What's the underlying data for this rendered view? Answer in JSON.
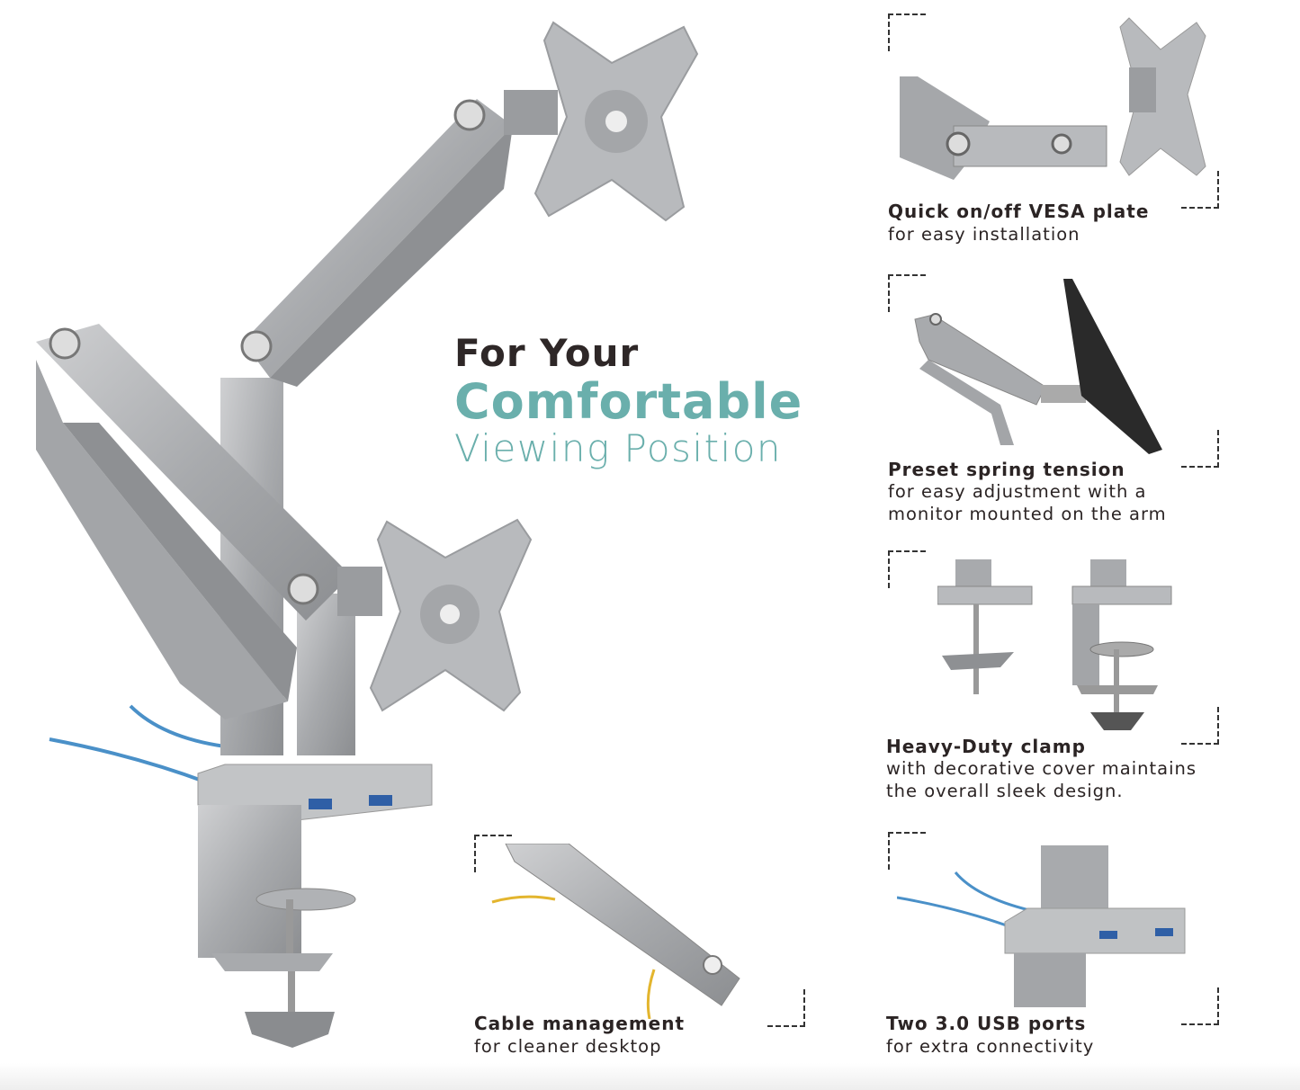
{
  "headline": {
    "line1": "For Your",
    "line2": "Comfortable",
    "line3": "Viewing Position"
  },
  "features": [
    {
      "title": "Quick on/off VESA plate",
      "lines": [
        "for easy installation"
      ]
    },
    {
      "title": "Preset spring tension",
      "lines": [
        "for easy adjustment with a",
        "monitor mounted on the arm"
      ]
    },
    {
      "title": "Heavy-Duty clamp",
      "lines": [
        "with decorative cover maintains",
        "the overall sleek design."
      ]
    },
    {
      "title": "Two 3.0 USB ports",
      "lines": [
        "for extra connectivity"
      ]
    },
    {
      "title": "Cable management",
      "lines": [
        "for cleaner desktop"
      ]
    }
  ],
  "colors": {
    "accent": "#6aafac",
    "dark": "#2e2727",
    "metal": "#a9abae",
    "cable": "#4a90c8",
    "usb": "#2f5fa6"
  }
}
